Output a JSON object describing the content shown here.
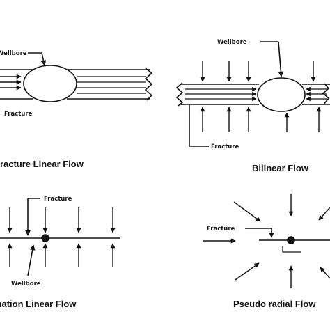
{
  "panels": {
    "fracture_linear": {
      "wellbore_label": "Wellbore",
      "fracture_label": "Fracture",
      "title": "Fracture Linear Flow"
    },
    "bilinear": {
      "wellbore_label": "Wellbore",
      "fracture_label": "Fracture",
      "title": "Bilinear Flow"
    },
    "formation_linear": {
      "fracture_label": "Fracture",
      "wellbore_label": "Wellbore",
      "title": "Formation Linear Flow"
    },
    "pseudo_radial": {
      "fracture_label": "Fracture",
      "title": "Pseudo radial Flow"
    }
  }
}
